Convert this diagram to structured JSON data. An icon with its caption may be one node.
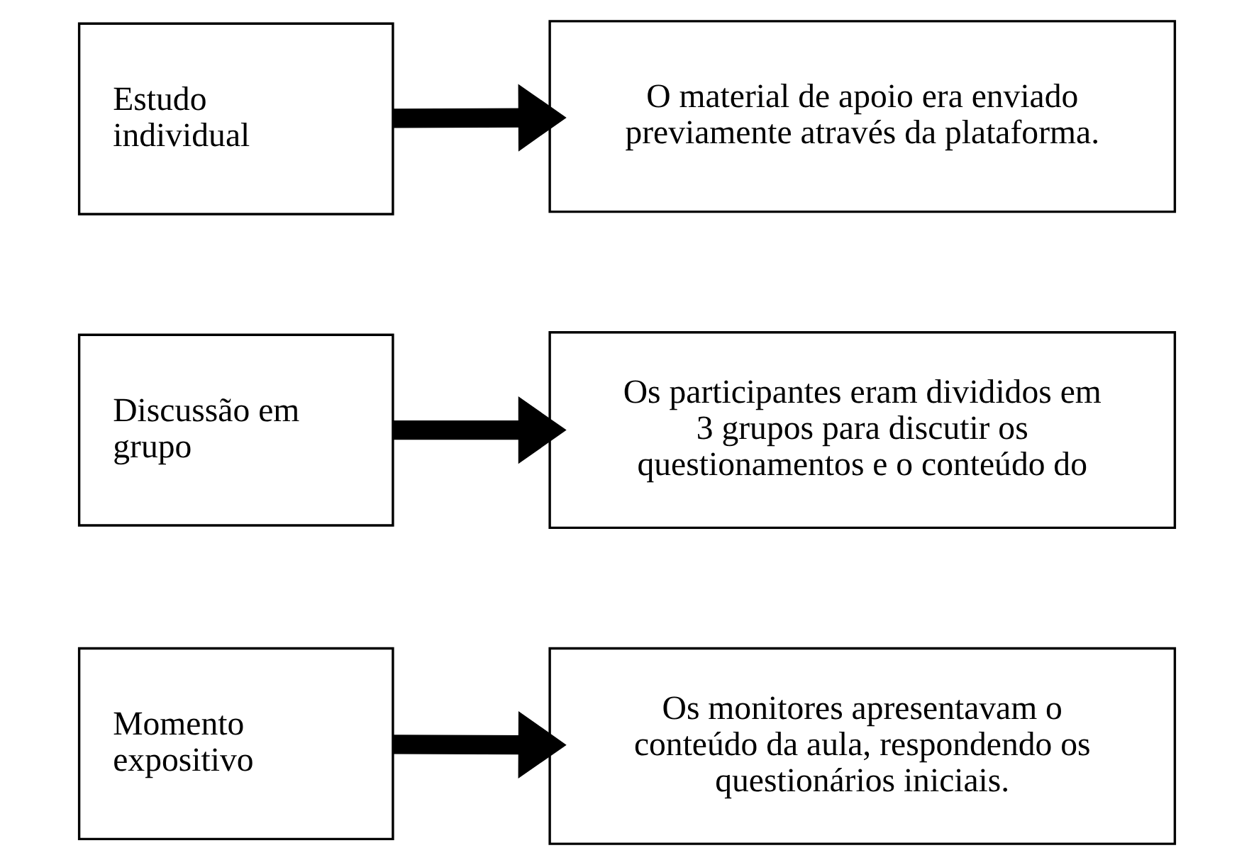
{
  "diagram": {
    "nodes": [
      {
        "text": [
          "Estudo individual"
        ]
      },
      {
        "text": [
          "O material de apoio era enviado previamente através da plataforma."
        ]
      },
      {
        "text": [
          "Discussão em grupo"
        ]
      },
      {
        "text": [
          "Os participantes eram divididos em 3 grupos para discutir os questionamentos e o conteúdo do"
        ]
      },
      {
        "text": [
          "Momento expositivo"
        ]
      },
      {
        "text": [
          "Os monitores apresentavam o conteúdo da aula, respondendo os questionários iniciais."
        ]
      }
    ],
    "edges": [
      {
        "from": 0,
        "to": 1,
        "arrow": "to"
      },
      {
        "from": 2,
        "to": 3,
        "arrow": "to"
      },
      {
        "from": 4,
        "to": 5,
        "arrow": "to"
      }
    ]
  }
}
